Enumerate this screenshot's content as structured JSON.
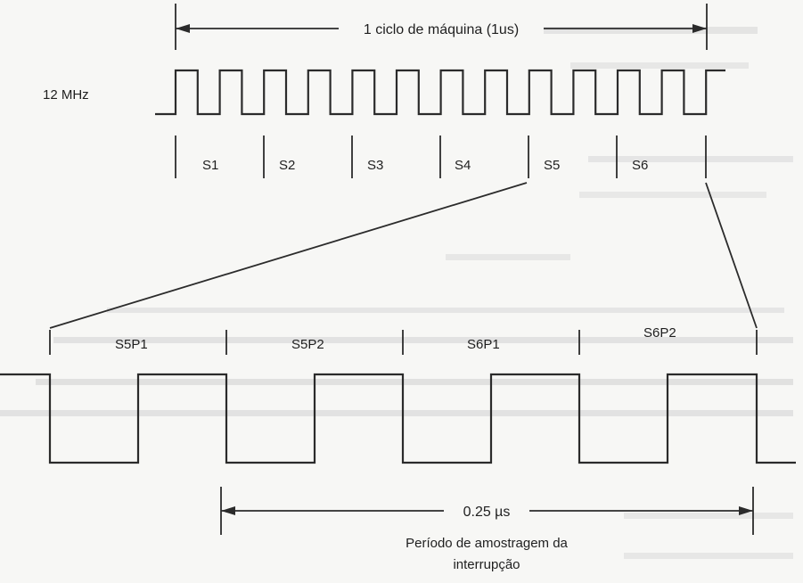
{
  "diagram": {
    "cycle_label": "1 ciclo de máquina (1us)",
    "clock_label": "12 MHz",
    "states": [
      "S1",
      "S2",
      "S3",
      "S4",
      "S5",
      "S6"
    ],
    "phases": [
      "S5P1",
      "S5P2",
      "S6P1",
      "S6P2"
    ],
    "sample_period_value": "0.25 µs",
    "caption_line1": "Período de amostragem da",
    "caption_line2": "interrupção"
  },
  "colors": {
    "ink": "#2b2b2b",
    "paper": "#f7f7f5",
    "bleed": "#d4d4d2"
  }
}
